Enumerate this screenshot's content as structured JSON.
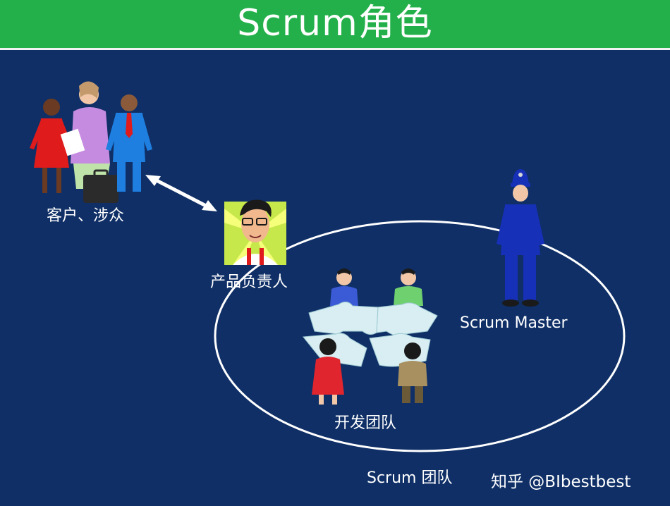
{
  "title": "Scrum角色",
  "labels": {
    "stakeholders": "客户、涉众",
    "product_owner": "产品负责人",
    "scrum_master": "Scrum Master",
    "dev_team": "开发团队",
    "scrum_team": "Scrum 团队"
  },
  "watermark": "知乎 @BIbestbest",
  "colors": {
    "background": "#0f2f66",
    "title_bar": "#23b04a",
    "text": "#ffffff"
  }
}
